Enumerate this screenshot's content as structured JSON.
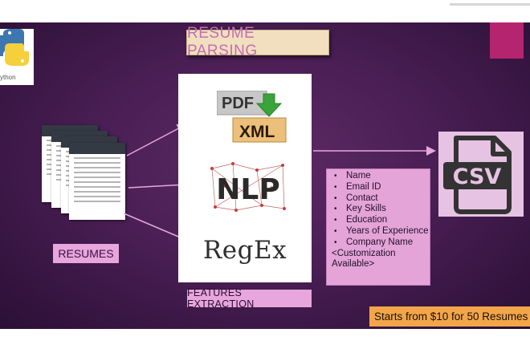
{
  "slide": {
    "title": "RESUME PARSING",
    "python_logo_text": "ython",
    "resumes_label": "RESUMES",
    "tools": {
      "pdf_xml_top": "PDF",
      "pdf_xml_bottom": "XML",
      "nlp": "NLP",
      "regex": "RegEx"
    },
    "features_label": "FEATURES EXTRACTION",
    "fields": [
      "Name",
      "Email ID",
      "Contact",
      "Key Skills",
      "Education",
      "Years of Experience",
      "Company Name"
    ],
    "fields_note": "<Customization Available>",
    "output_format": "CSV",
    "price": "Starts from $10 for 50 Resumes"
  },
  "colors": {
    "background": "#4a1f55",
    "label_pink": "#e7a6dc",
    "title_beige": "#f1dfbf",
    "price_orange": "#f2a649",
    "accent_magenta": "#b5246f"
  }
}
